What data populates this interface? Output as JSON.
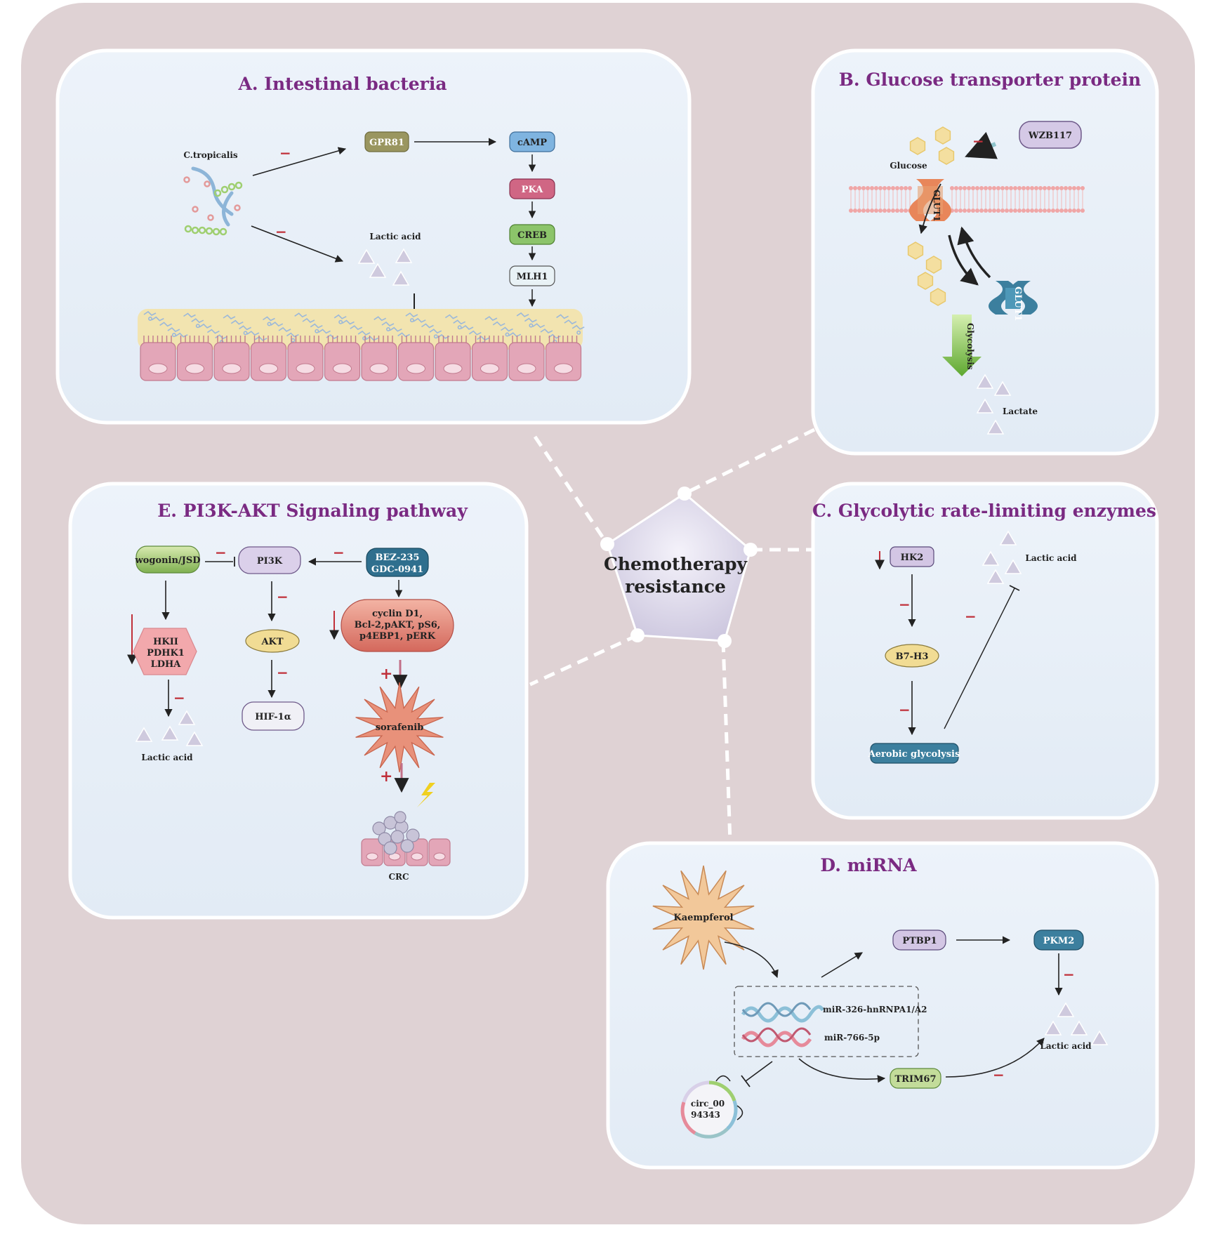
{
  "center": {
    "line1": "Chemotherapy",
    "line2": "resistance"
  },
  "panelA": {
    "title": "A. Intestinal bacteria",
    "bacteria": "C.tropicalis",
    "gpr81": "GPR81",
    "camp": "cAMP",
    "pka": "PKA",
    "creb": "CREB",
    "mlh1": "MLH1",
    "lactic": "Lactic acid",
    "minus": "−"
  },
  "panelB": {
    "title": "B. Glucose transporter protein",
    "wzb": "WZB117",
    "glucose": "Glucose",
    "glut1": "GLUT1",
    "glycolysis": "Glycolysis",
    "lactate": "Lactate",
    "minus": "−"
  },
  "panelC": {
    "title": "C. Glycolytic rate-limiting enzymes",
    "hk2": "HK2",
    "b7h3": "B7-H3",
    "aerobic": "Aerobic glycolysis",
    "lactic": "Lactic acid",
    "minus": "−"
  },
  "panelD": {
    "title": "D. miRNA",
    "kaempferol": "Kaempferol",
    "ptbp1": "PTBP1",
    "pkm2": "PKM2",
    "mir326": "miR-326-hnRNPA1/A2",
    "mir766": "miR-766-5p",
    "trim67": "TRIM67",
    "circ1": "circ_00",
    "circ2": "94343",
    "lactic": "Lactic acid",
    "minus": "−"
  },
  "panelE": {
    "title": "E. PI3K-AKT Signaling pathway",
    "wogonin": "wogonin/JSD",
    "pi3k": "PI3K",
    "bez1": "BEZ-235",
    "bez2": "GDC-0941",
    "hk1": "HKII",
    "hk2": "PDHK1",
    "hk3": "LDHA",
    "akt": "AKT",
    "cyc1": "cyclin D1,",
    "cyc2": "Bcl-2,pAKT, pS6,",
    "cyc3": "p4EBP1, pERK",
    "hif": "HIF-1α",
    "sorafenib": "sorafenib",
    "lactic": "Lactic acid",
    "crc": "CRC",
    "minus": "−",
    "plus": "+"
  }
}
